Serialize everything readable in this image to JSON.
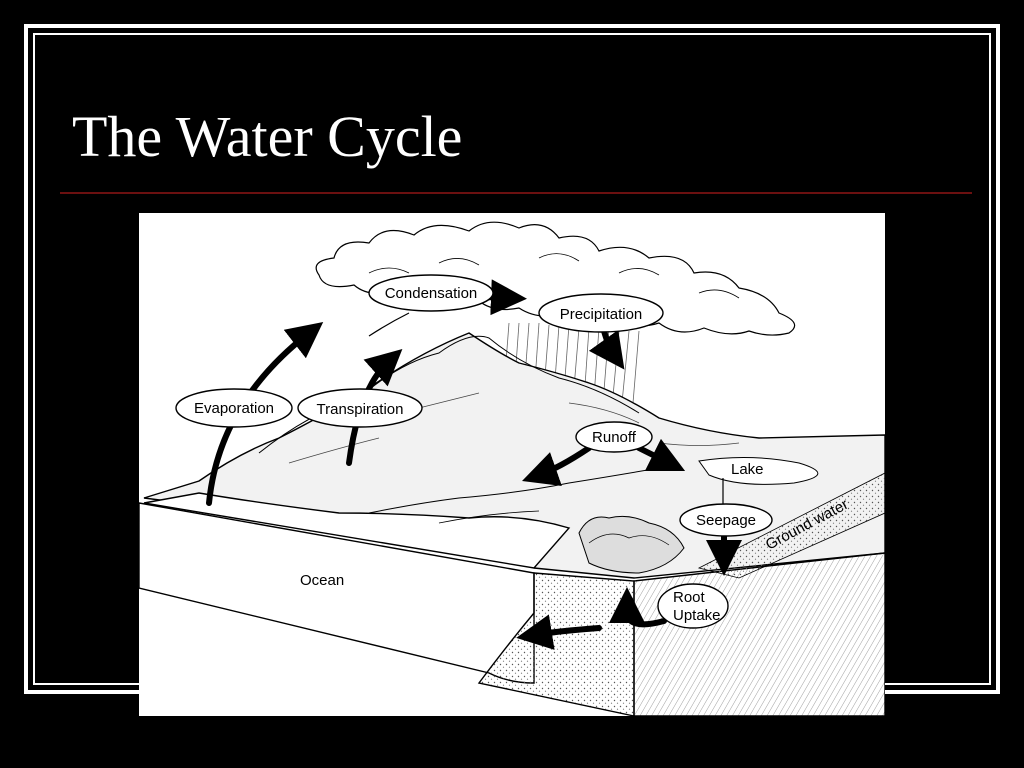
{
  "slide": {
    "title": "The Water Cycle"
  },
  "diagram": {
    "labels": {
      "condensation": "Condensation",
      "precipitation": "Precipitation",
      "evaporation": "Evaporation",
      "transpiration": "Transpiration",
      "runoff": "Runoff",
      "lake": "Lake",
      "seepage": "Seepage",
      "ground_water": "Ground water",
      "ocean": "Ocean",
      "root_line1": "Root",
      "root_line2": "Uptake"
    }
  }
}
